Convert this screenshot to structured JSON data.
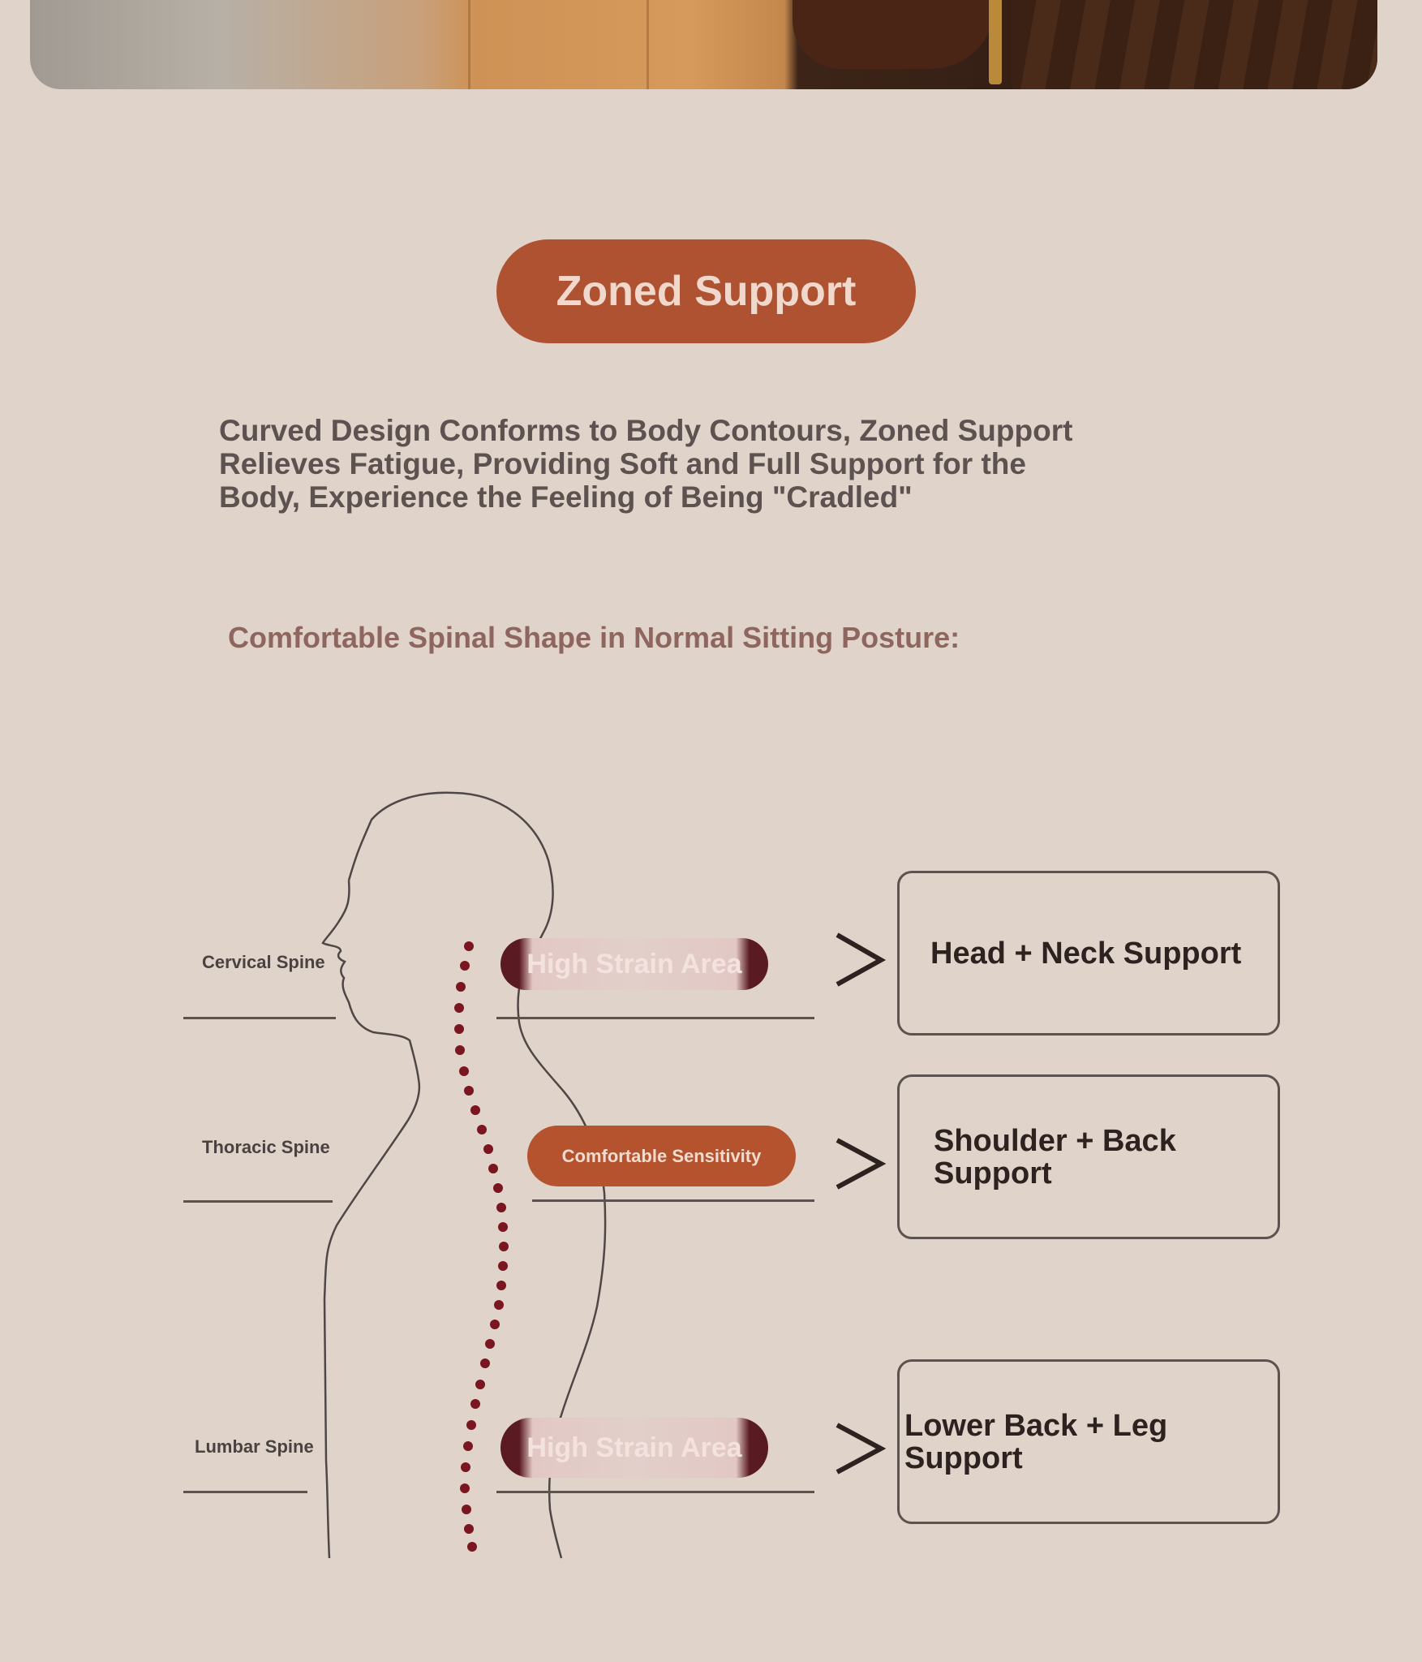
{
  "title": "Zoned Support",
  "intro": "Curved Design Conforms to Body Contours, Zoned Support Relieves Fatigue, Providing Soft and Full Support for the Body, Experience the Feeling of Being \"Cradled\"",
  "subheading": "Comfortable Spinal Shape in Normal Sitting Posture:",
  "spine_labels": {
    "cervical": "Cervical Spine",
    "thoracic": "Thoracic Spine",
    "lumbar": "Lumbar Spine"
  },
  "zones": {
    "upper": "High Strain Area",
    "middle": "Comfortable Sensitivity",
    "lower": "High Strain Area"
  },
  "supports": {
    "head_neck": "Head + Neck Support",
    "shoulder_back": "Shoulder + Back Support",
    "lower_back_leg": "Lower Back + Leg Support"
  },
  "colors": {
    "background": "#e0d4ca",
    "accent": "#ae5232",
    "strain": "#5a1a22",
    "text_dark": "#2d2220"
  }
}
